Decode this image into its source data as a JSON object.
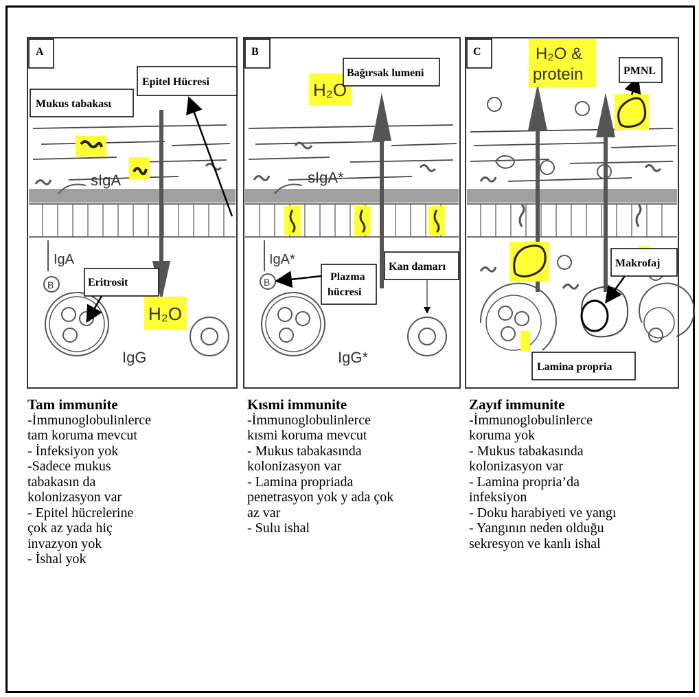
{
  "panels": [
    {
      "letter": "A",
      "labels": {
        "epitel": "Epitel Hücresi",
        "mukus": "Mukus tabakası",
        "eritrosit": "Eritrosit"
      },
      "hand": {
        "siga": "sIgA",
        "iga": "IgA",
        "b": "B",
        "igg": "IgG",
        "water": "H₂O"
      }
    },
    {
      "letter": "B",
      "labels": {
        "lumen": "Bağırsak lumeni",
        "plazma1": "Plazma",
        "plazma2": "hücresi",
        "kan": "Kan damarı"
      },
      "hand": {
        "siga": "sIgA*",
        "iga": "IgA*",
        "b": "B",
        "igg": "IgG*",
        "water": "H₂O"
      }
    },
    {
      "letter": "C",
      "labels": {
        "pmnl": "PMNL",
        "makrofaj": "Makrofaj",
        "lamina": "Lamina propria"
      },
      "hand": {
        "water1": "H₂O &",
        "water2": "protein"
      }
    }
  ],
  "captions": [
    {
      "title": "Tam immunite",
      "lines": [
        "-İmmunoglobulinlerce",
        "tam koruma mevcut",
        "- İnfeksiyon yok",
        "-Sadece mukus",
        "tabakasın da",
        "kolonizasyon var",
        "- Epitel hücrelerine",
        "çok az yada hiç",
        "invazyon yok",
        "- İshal yok"
      ]
    },
    {
      "title": "Kısmi immunite",
      "lines": [
        "-İmmunoglobulinlerce",
        "kısmi koruma mevcut",
        "- Mukus tabakasında",
        "kolonizasyon var",
        "- Lamina propriada",
        "penetrasyon yok y ada çok",
        "az var",
        "- Sulu ishal"
      ]
    },
    {
      "title": "Zayıf immunite",
      "lines": [
        "-İmmunoglobulinlerce",
        "koruma yok",
        "- Mukus tabakasında",
        "kolonizasyon var",
        "- Lamina propria’da",
        "infeksiyon",
        "- Doku harabiyeti ve yangı",
        "- Yangının neden olduğu",
        "sekresyon ve kanlı ishal"
      ]
    }
  ],
  "colors": {
    "highlight": "#ffff33",
    "line": "#000000",
    "sketch": "#555555"
  }
}
